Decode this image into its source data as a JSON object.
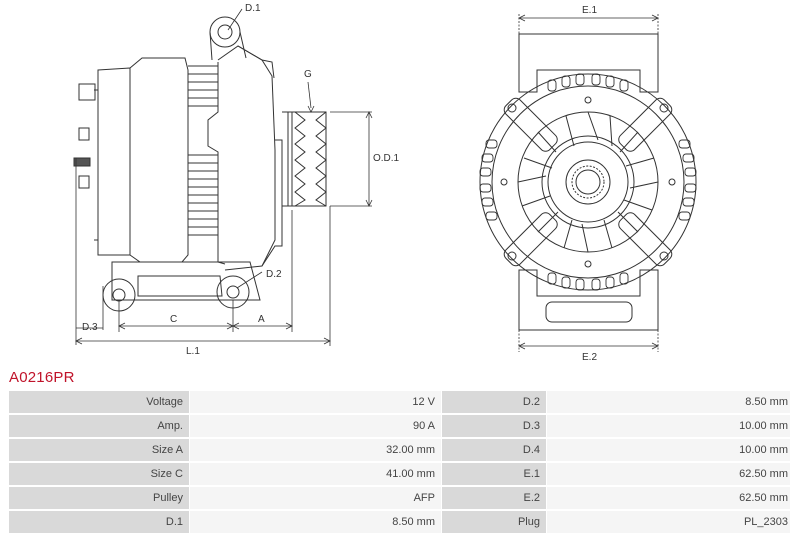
{
  "drawing": {
    "labels": {
      "d1": "D.1",
      "g": "G",
      "od1": "O.D.1",
      "d2": "D.2",
      "d3": "D.3",
      "c": "C",
      "a": "A",
      "l1": "L.1",
      "e1": "E.1",
      "e2": "E.2"
    }
  },
  "part_number": "A0216PR",
  "specs": {
    "rows": [
      {
        "label1": "Voltage",
        "value1": "12 V",
        "label2": "D.2",
        "value2": "8.50 mm"
      },
      {
        "label1": "Amp.",
        "value1": "90 A",
        "label2": "D.3",
        "value2": "10.00 mm"
      },
      {
        "label1": "Size A",
        "value1": "32.00 mm",
        "label2": "D.4",
        "value2": "10.00 mm"
      },
      {
        "label1": "Size C",
        "value1": "41.00 mm",
        "label2": "E.1",
        "value2": "62.50 mm"
      },
      {
        "label1": "Pulley",
        "value1": "AFP",
        "label2": "E.2",
        "value2": "62.50 mm"
      },
      {
        "label1": "D.1",
        "value1": "8.50 mm",
        "label2": "Plug",
        "value2": "PL_2303"
      }
    ]
  },
  "colors": {
    "title": "#c0132a",
    "label_cell": "#d9d9d9",
    "value_cell": "#f5f5f5",
    "line": "#333333"
  }
}
